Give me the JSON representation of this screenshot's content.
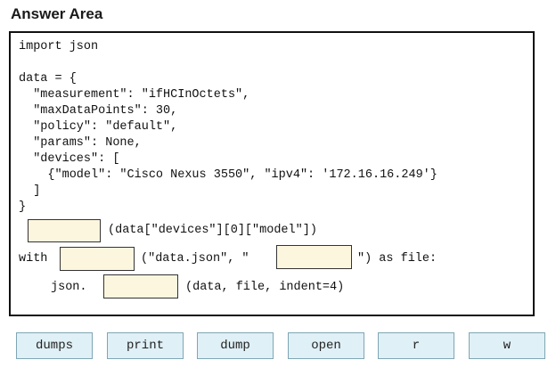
{
  "header": {
    "title": "Answer Area"
  },
  "code": {
    "line_import": "import json",
    "line_data_open": "data = {",
    "line_measurement": "  \"measurement\": \"ifHCInOctets\",",
    "line_maxdatapoints": "  \"maxDataPoints\": 30,",
    "line_policy": "  \"policy\": \"default\",",
    "line_params": "  \"params\": None,",
    "line_devices": "  \"devices\": [",
    "line_device_item": "    {\"model\": \"Cisco Nexus 3550\", \"ipv4\": '172.16.16.249'}",
    "line_devices_close": "  ]",
    "line_data_close": "}",
    "line_print_rest": "(data[\"devices\"][0][\"model\"])",
    "line_with_keyword": "with",
    "line_with_middle": "(\"data.json\", \"",
    "line_with_end": "\") as file:",
    "line_json_prefix": "json.",
    "line_json_rest": "(data, file, indent=4)"
  },
  "choices": [
    {
      "label": "dumps"
    },
    {
      "label": "print"
    },
    {
      "label": "dump"
    },
    {
      "label": "open"
    },
    {
      "label": "r"
    },
    {
      "label": "w"
    }
  ]
}
